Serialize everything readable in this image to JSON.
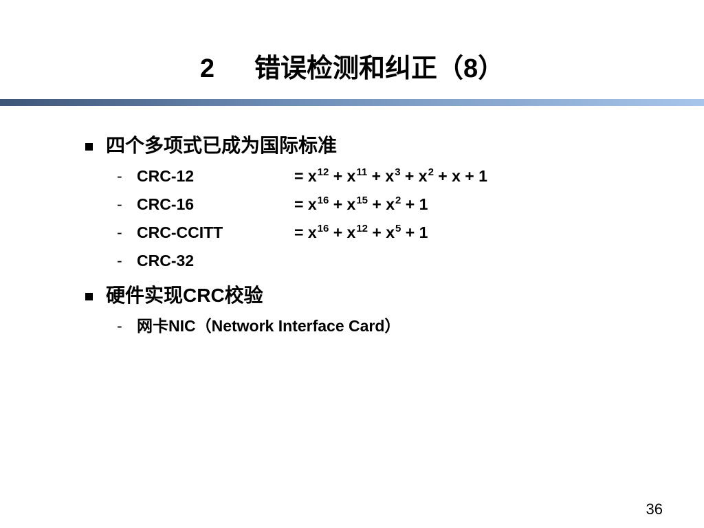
{
  "slide": {
    "title_number": "2",
    "title_text": "错误检测和纠正（8）",
    "page_number": "36"
  },
  "bullets": [
    {
      "text": "四个多项式已成为国际标准",
      "items": [
        {
          "name": "CRC-12",
          "formula_prefix": "= ",
          "terms": [
            {
              "base": "x",
              "exp": "12",
              "after": " + "
            },
            {
              "base": "x",
              "exp": "11",
              "after": " + "
            },
            {
              "base": "x",
              "exp": "3",
              "after": " + "
            },
            {
              "base": "x",
              "exp": "2",
              "after": " + x + 1"
            }
          ]
        },
        {
          "name": "CRC-16",
          "formula_prefix": "= ",
          "terms": [
            {
              "base": "x",
              "exp": "16",
              "after": " + "
            },
            {
              "base": "x",
              "exp": "15",
              "after": " + "
            },
            {
              "base": "x",
              "exp": "2",
              "after": " + 1"
            }
          ]
        },
        {
          "name": "CRC-CCITT",
          "formula_prefix": "= ",
          "terms": [
            {
              "base": "x",
              "exp": "16",
              "after": " + "
            },
            {
              "base": "x",
              "exp": "12",
              "after": " + "
            },
            {
              "base": "x",
              "exp": "5",
              "after": " + 1"
            }
          ]
        },
        {
          "name": "CRC-32"
        }
      ]
    },
    {
      "text": "硬件实现CRC校验",
      "items": [
        {
          "name": "网卡NIC（Network Interface Card）"
        }
      ]
    }
  ],
  "icons": {
    "bullet": "square-bullet-icon",
    "sub_bullet": "dash"
  }
}
